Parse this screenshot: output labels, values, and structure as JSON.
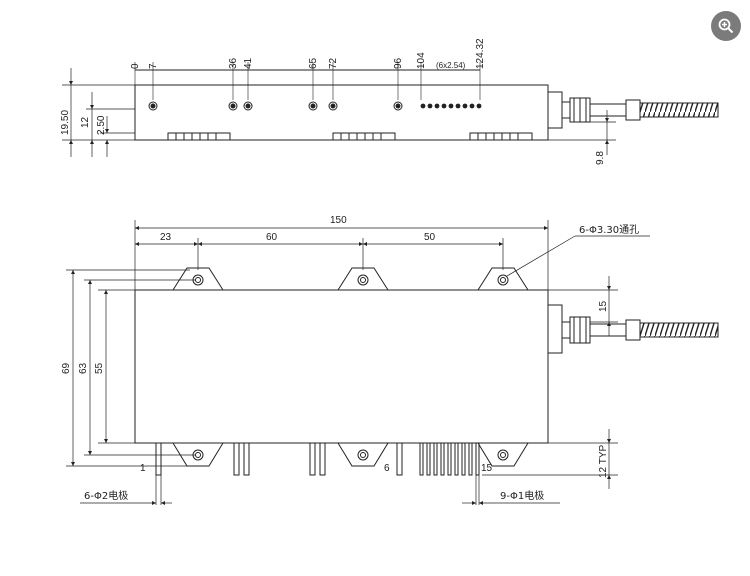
{
  "top_view": {
    "hole_positions": [
      "0",
      "7",
      "36",
      "41",
      "65",
      "72",
      "96",
      "104",
      "124.32"
    ],
    "pin_pitch_note": "(6x2.54)",
    "height_dims": [
      "19.50",
      "12",
      "2.50"
    ],
    "right_dim": "9.8"
  },
  "front_view": {
    "overall_width": "150",
    "spacing_dims": [
      "23",
      "60",
      "50"
    ],
    "height_dims": [
      "69",
      "63",
      "55"
    ],
    "right_dim": "15",
    "mount_hole_callout": "6-Φ3.30通孔",
    "pin_spacing_dims": [
      "1",
      "6",
      "15"
    ],
    "pin_height": "12 TYP",
    "electrode_callout_left": "6-Φ2电极",
    "electrode_callout_right": "9-Φ1电极"
  },
  "toolbar": {
    "zoom_icon": "magnifier-plus-icon"
  },
  "colors": {
    "line": "#222222",
    "accent": "#7b7b7b"
  }
}
